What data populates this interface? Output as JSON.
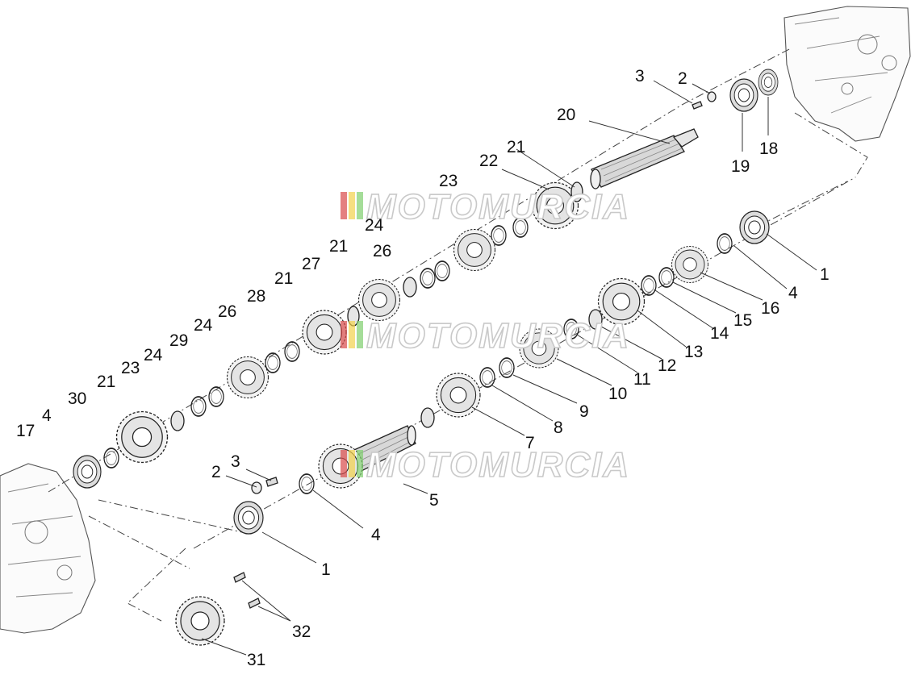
{
  "watermark": {
    "text": "MOTOMURCIA",
    "stripe_colors": [
      "#d94a4a",
      "#f2d24b",
      "#7fcf6d"
    ]
  },
  "callouts": {
    "c1a": "1",
    "c1b": "1",
    "c2a": "2",
    "c2b": "2",
    "c3a": "3",
    "c3b": "3",
    "c4a": "4",
    "c4b": "4",
    "c4c": "4",
    "c5": "5",
    "c7": "7",
    "c8": "8",
    "c9": "9",
    "c10": "10",
    "c11": "11",
    "c12": "12",
    "c13": "13",
    "c14": "14",
    "c15": "15",
    "c16": "16",
    "c17": "17",
    "c18": "18",
    "c19": "19",
    "c20": "20",
    "c21a": "21",
    "c21b": "21",
    "c21c": "21",
    "c21d": "21",
    "c22": "22",
    "c23a": "23",
    "c23b": "23",
    "c24a": "24",
    "c24b": "24",
    "c24c": "24",
    "c26a": "26",
    "c26b": "26",
    "c27": "27",
    "c28": "28",
    "c29": "29",
    "c30": "30",
    "c31": "31",
    "c32": "32"
  }
}
